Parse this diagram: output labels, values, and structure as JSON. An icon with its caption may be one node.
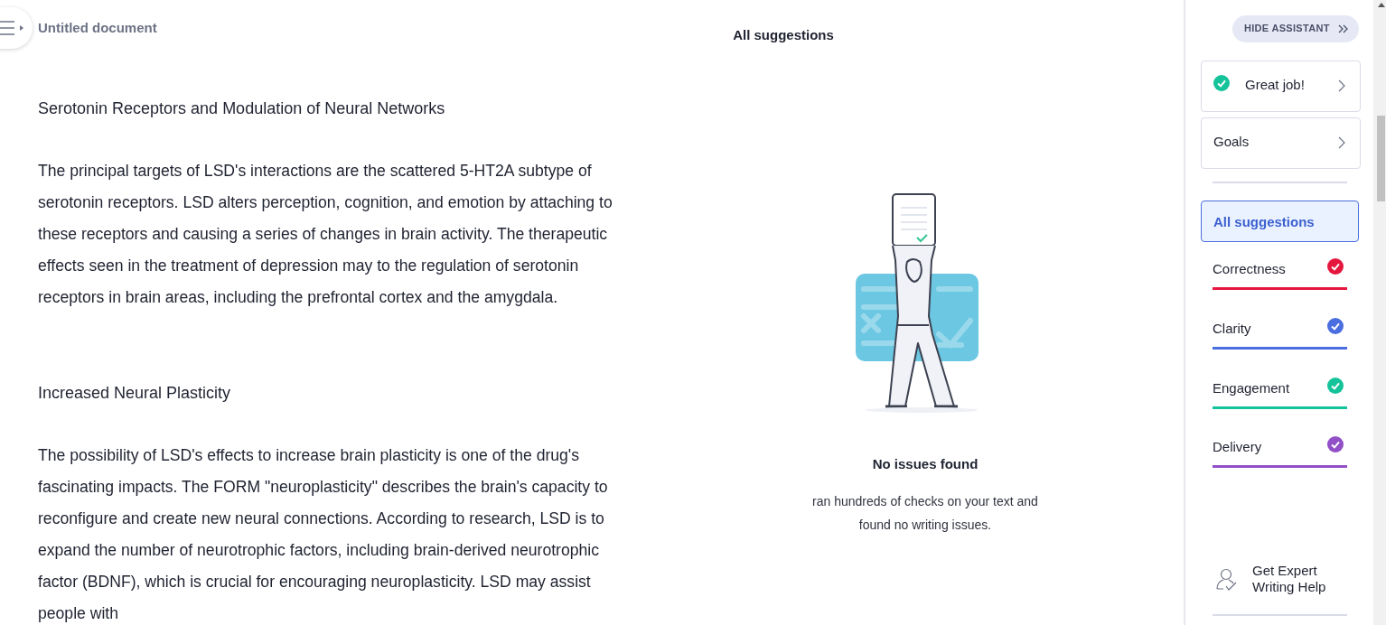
{
  "diagram": {
    "nodes": [
      {
        "text": [
          "HIDE ASSISTANT"
        ]
      },
      {
        "text": [
          "Great job!"
        ]
      },
      {
        "text": [
          "Goals"
        ]
      },
      {
        "text": [
          "All suggestions"
        ]
      },
      {
        "text": [
          "Correctness"
        ]
      },
      {
        "text": [
          "Clarity"
        ]
      },
      {
        "text": [
          "Engagement"
        ]
      },
      {
        "text": [
          "Delivery"
        ]
      },
      {
        "text": [
          "Get Expert Writing Help"
        ]
      }
    ],
    "labels": [
      "Untitled document",
      "All suggestions",
      "Serotonin Receptors and Modulation of Neural Networks",
      "The principal targets of LSD's interactions are the scattered 5-HT2A subtype of serotonin receptors. LSD alters perception, cognition, and emotion by attaching to these receptors and causing a series of changes in brain activity. The therapeutic effects seen in the treatment of depression may to the regulation of serotonin receptors in brain areas, including the prefrontal cortex and the amygdala.",
      "Increased Neural Plasticity",
      "The possibility of LSD's effects to increase brain plasticity is one of the drug's fascinating impacts. The FORM \"neuroplasticity\" describes the brain's capacity to reconfigure and create new neural connections. According to research, LSD is to expand the number of neurotrophic factors, including brain-derived neurotrophic factor (BDNF), which is crucial for encouraging neuroplasticity. LSD may assist people with",
      "No issues found",
      "ran hundreds of checks on your text and found no writing issues."
    ]
  }
}
